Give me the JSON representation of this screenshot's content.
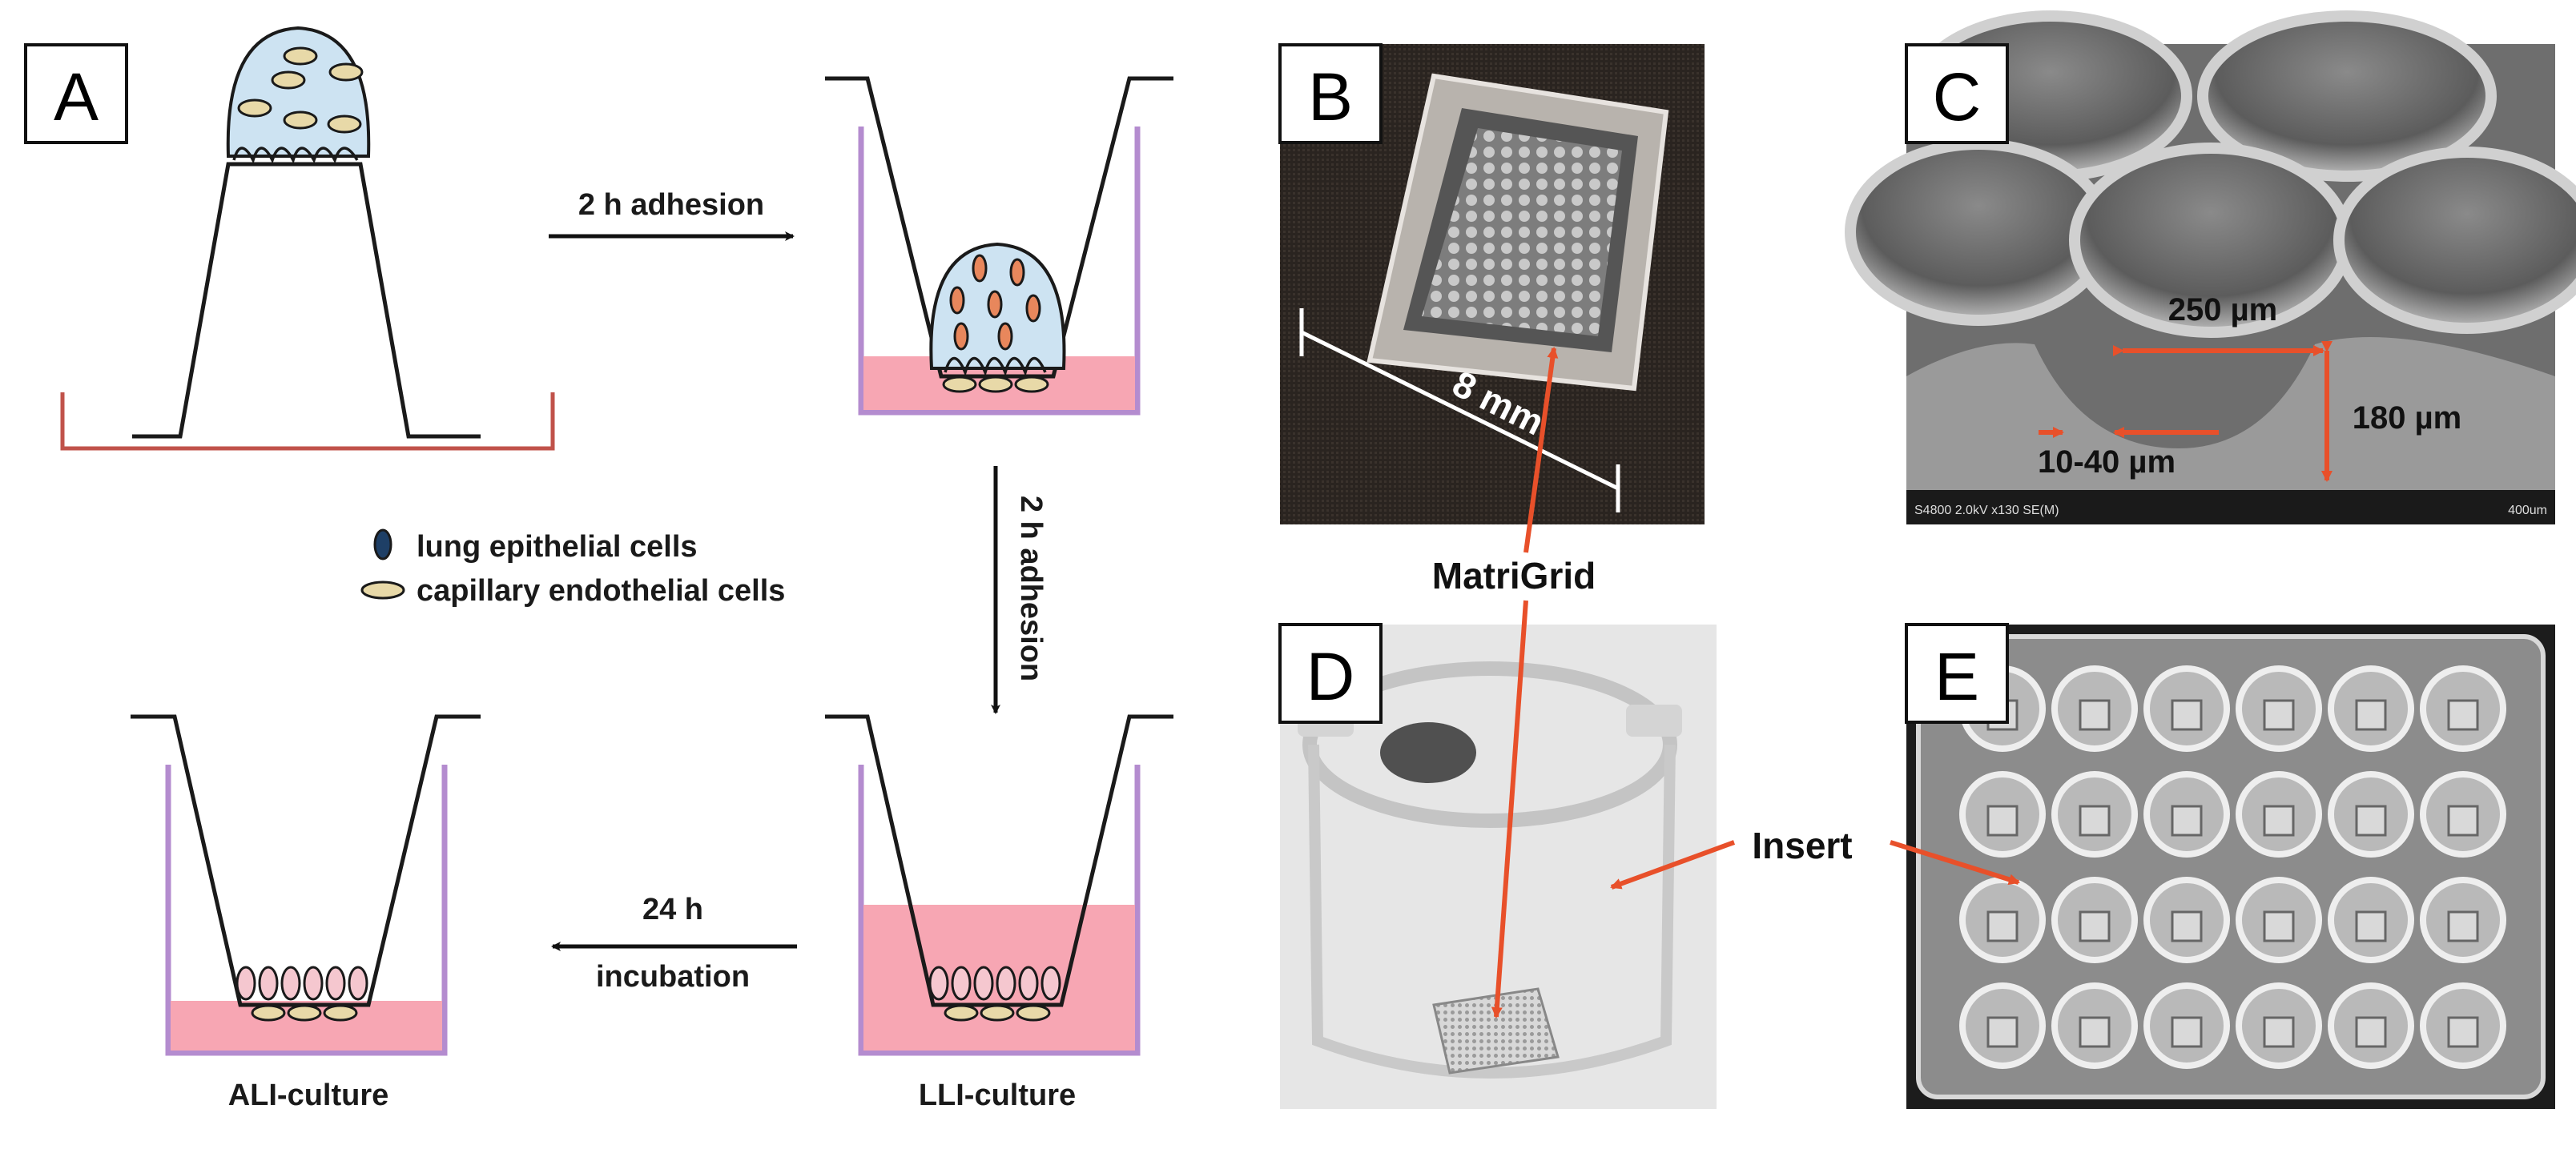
{
  "panels": {
    "a": "A",
    "b": "B",
    "c": "C",
    "d": "D",
    "e": "E"
  },
  "panel_a": {
    "step1": "2 h adhesion",
    "step2": "2 h adhesion",
    "step3_line1": "24 h",
    "step3_line2": "incubation",
    "legend_epithelial": "lung epithelial cells",
    "legend_endothelial": "capillary endothelial cells",
    "ali_label": "ALI-culture",
    "lli_label": "LLI-culture"
  },
  "panel_b": {
    "scale": "8 mm"
  },
  "panel_c": {
    "dim_width": "250 µm",
    "dim_depth": "180 µm",
    "dim_gap": "10-40 µm",
    "sem_info_left": "S4800 2.0kV x130 SE(M)",
    "sem_info_right": "400um"
  },
  "callouts": {
    "matrigrid": "MatriGrid",
    "insert": "Insert"
  },
  "colors": {
    "medium": "#f7a6b3",
    "insert_wall": "#b48ccf",
    "dish": "#c0524a",
    "arrow_red": "#e8502a",
    "cell_fill": "#cde3f2"
  }
}
